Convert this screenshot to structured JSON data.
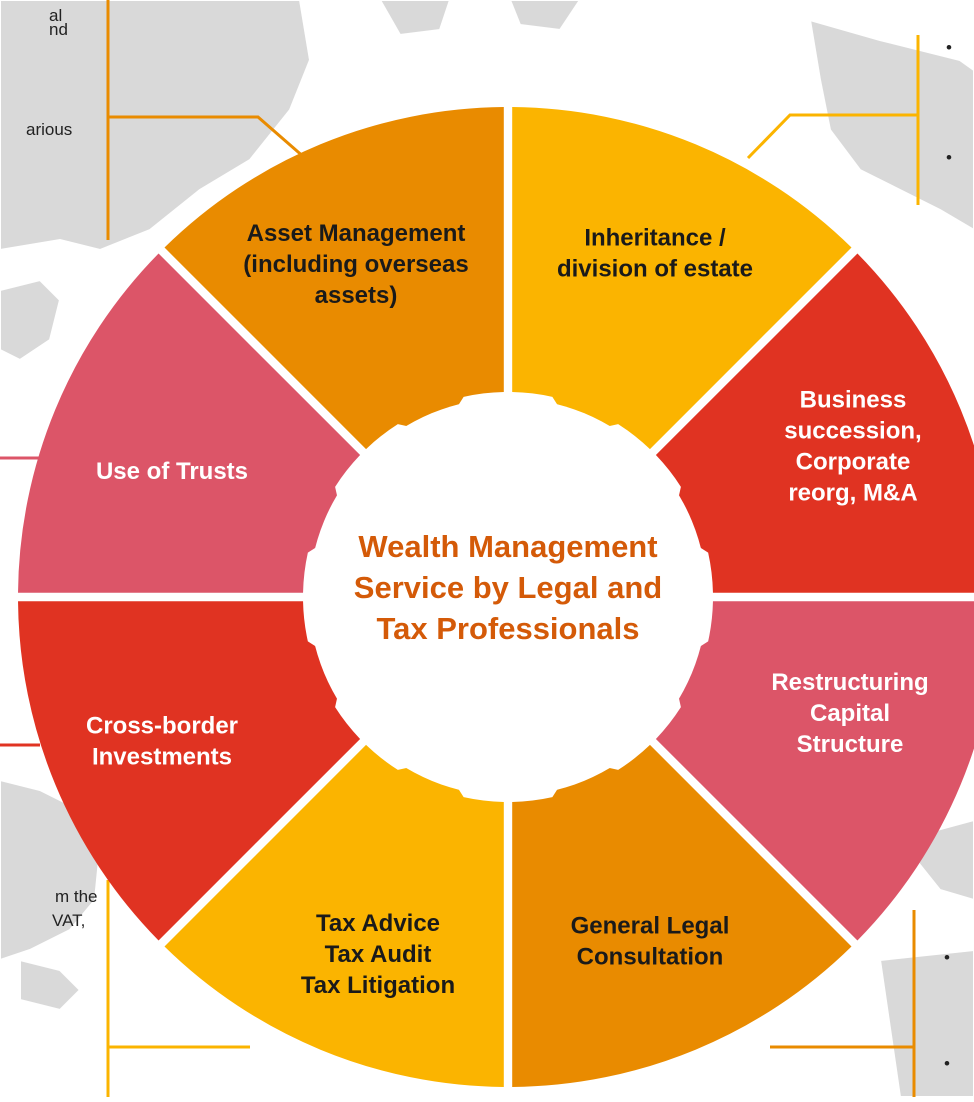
{
  "center_title_lines": [
    "Wealth Management",
    "Service by Legal and",
    "Tax Professionals"
  ],
  "segments": [
    {
      "name": "asset-management",
      "lines": [
        "Asset Management",
        "(including overseas",
        "assets)"
      ],
      "color": "#e98b00",
      "text_color": "#1a1a1a"
    },
    {
      "name": "inheritance",
      "lines": [
        "Inheritance /",
        "division of estate"
      ],
      "color": "#fbb400",
      "text_color": "#1a1a1a"
    },
    {
      "name": "business-succession",
      "lines": [
        "Business",
        "succession,",
        "Corporate",
        "reorg, M&A"
      ],
      "color": "#e03322",
      "text_color": "#ffffff"
    },
    {
      "name": "restructuring",
      "lines": [
        "Restructuring",
        "Capital",
        "Structure"
      ],
      "color": "#dc5568",
      "text_color": "#ffffff"
    },
    {
      "name": "general-legal",
      "lines": [
        "General Legal",
        "Consultation"
      ],
      "color": "#e98b00",
      "text_color": "#1a1a1a"
    },
    {
      "name": "tax",
      "lines": [
        "Tax Advice",
        "Tax Audit",
        "Tax Litigation"
      ],
      "color": "#fbb400",
      "text_color": "#1a1a1a"
    },
    {
      "name": "cross-border",
      "lines": [
        "Cross-border",
        "Investments"
      ],
      "color": "#e03322",
      "text_color": "#ffffff"
    },
    {
      "name": "trusts",
      "lines": [
        "Use of Trusts"
      ],
      "color": "#dc5568",
      "text_color": "#ffffff"
    }
  ],
  "center_color": "#d45a08",
  "side_fragments": {
    "top_left": [
      "al",
      "nd",
      "arious"
    ],
    "bottom_left": [
      "m  the",
      "VAT,"
    ]
  },
  "bullet_glyph": "•"
}
